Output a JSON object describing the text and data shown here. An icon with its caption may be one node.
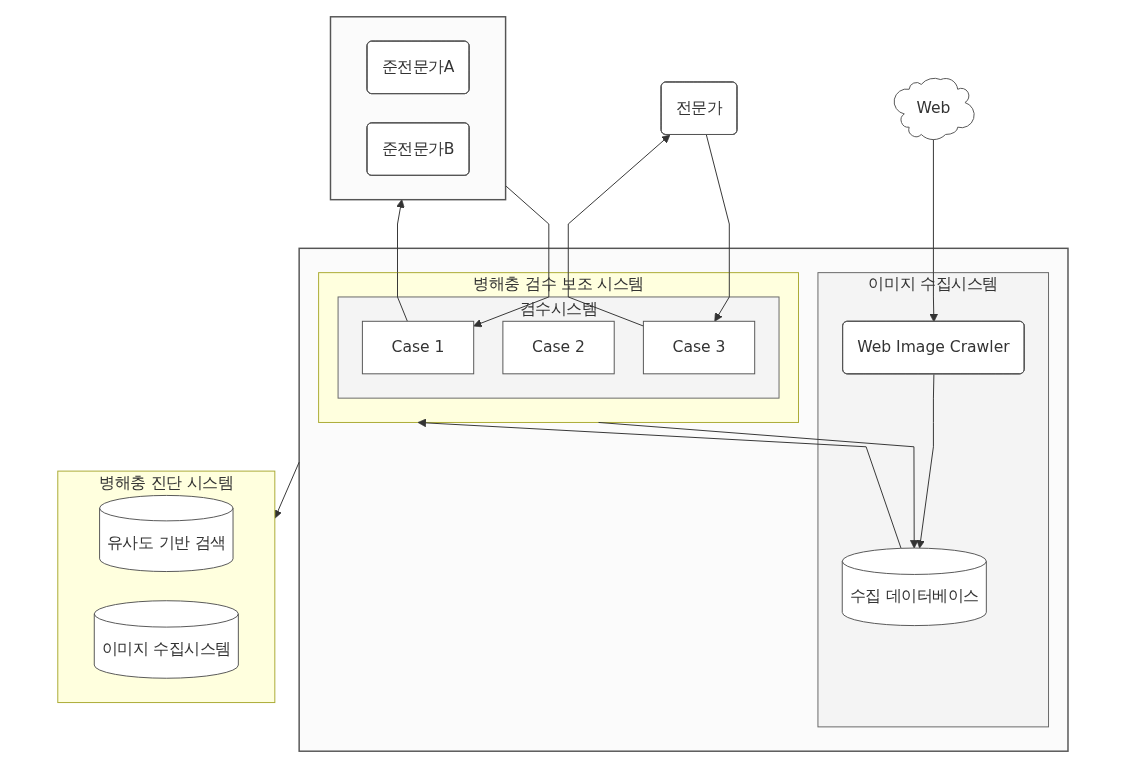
{
  "diagram": {
    "nodes": [
      {
        "text": [
          "Web"
        ]
      },
      {
        "text": [],
        "shape": "box"
      },
      {
        "text": [
          "이미지 수집시스템"
        ],
        "in": 1
      },
      {
        "text": [
          "Web Image Crawler"
        ],
        "in": 2
      },
      {
        "text": [
          "수집 데이터베이스"
        ],
        "in": 2
      },
      {
        "text": [
          "병해충 검수 보조 시스템"
        ],
        "in": 1
      },
      {
        "text": [
          "검수시스템"
        ],
        "in": 5
      },
      {
        "text": [
          "Case 1"
        ],
        "in": 6
      },
      {
        "text": [
          "Case 2"
        ],
        "in": 6
      },
      {
        "text": [
          "Case 3"
        ],
        "in": 6
      },
      {
        "text": [],
        "shape": "box"
      },
      {
        "text": [
          "준전문가A"
        ],
        "in": 10
      },
      {
        "text": [
          "준전문가B"
        ],
        "in": 10
      },
      {
        "text": [
          "전문가"
        ]
      },
      {
        "text": [
          "병해충 진단 시스템"
        ]
      },
      {
        "text": [
          "유사도 기반 검색"
        ],
        "in": 14
      },
      {
        "text": [
          "이미지 수집시스템"
        ],
        "in": 14
      }
    ],
    "edges": [
      {
        "from": 0,
        "to": 3,
        "arrow": "to"
      },
      {
        "from": 3,
        "to": 4,
        "arrow": "to"
      },
      {
        "from": 4,
        "to": 5,
        "arrow": "to"
      },
      {
        "from": 5,
        "to": 4,
        "arrow": "to"
      },
      {
        "from": 7,
        "to": 10,
        "arrow": "to"
      },
      {
        "from": 10,
        "to": 7,
        "arrow": "to"
      },
      {
        "from": 9,
        "to": 13,
        "arrow": "to"
      },
      {
        "from": 13,
        "to": 9,
        "arrow": "to"
      },
      {
        "from": 1,
        "to": 14,
        "arrow": "to"
      }
    ]
  }
}
